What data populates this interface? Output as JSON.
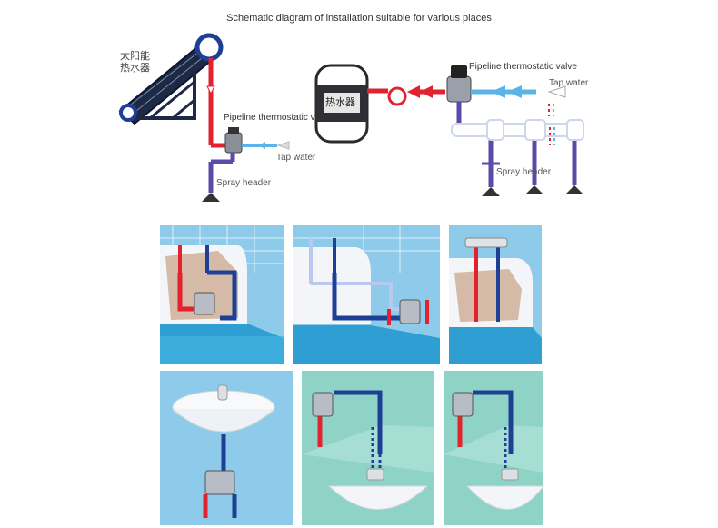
{
  "title": "Schematic diagram of installation suitable for various places",
  "labels": {
    "solar_heater": "太阳能\n热水器",
    "valve_left": "Pipeline thermostatic valve",
    "tap_water_left": "Tap water",
    "spray_header_left": "Spray header",
    "tank": "热水器",
    "valve_right": "Pipeline thermostatic valve",
    "tap_water_right": "Tap water",
    "spray_header_right": "Spray header"
  },
  "colors": {
    "hot_pipe": "#e2232f",
    "cold_pipe": "#5cb3e6",
    "mixed_pipe": "#5b4aa8",
    "dark_pipe": "#1d3f96",
    "tile_blue": "#8ecbea",
    "tile_teal": "#8fd3c7",
    "water": "#2f9fd3",
    "outline": "#1a3c8a"
  },
  "panels": [
    {
      "id": "bath-top-1",
      "scene": "bathtub"
    },
    {
      "id": "bath-top-2",
      "scene": "bathtub"
    },
    {
      "id": "bath-top-3",
      "scene": "shower"
    },
    {
      "id": "basin-bottom-1",
      "scene": "wall-basin"
    },
    {
      "id": "basin-bottom-2",
      "scene": "basin"
    },
    {
      "id": "basin-bottom-3",
      "scene": "basin"
    }
  ]
}
